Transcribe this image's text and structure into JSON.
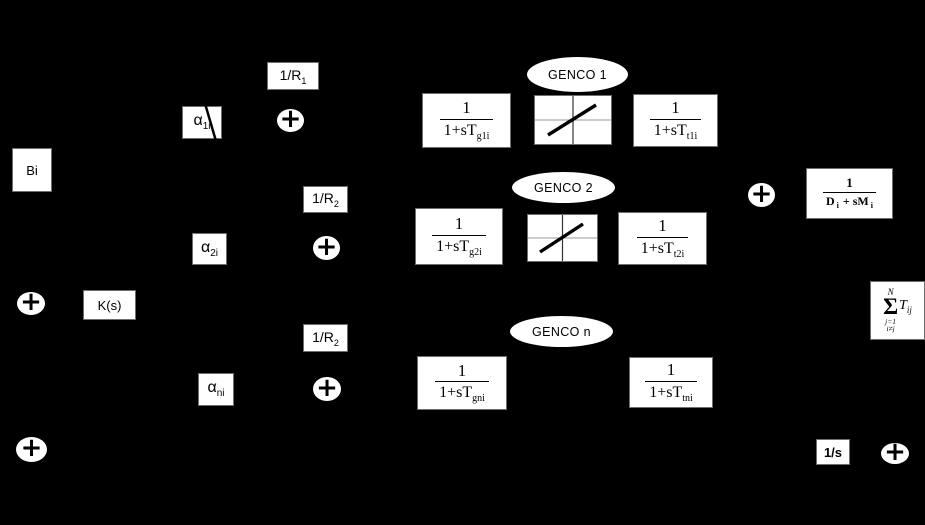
{
  "figure": {
    "background": "#000000",
    "box_fill": "#ffffff",
    "line_color": "#000000",
    "plus_symbol": "+",
    "bi_label": "Bi",
    "controller_label": "K(s)",
    "integrator_label": "1/s",
    "droop_boxes": [
      {
        "base": "1/R",
        "sub": "1"
      },
      {
        "base": "1/R",
        "sub": "2"
      },
      {
        "base": "1/R",
        "sub": "2"
      }
    ],
    "alpha_boxes": [
      {
        "base": "α",
        "sub": "1i"
      },
      {
        "base": "α",
        "sub": "2i"
      },
      {
        "base": "α",
        "sub": "ni"
      }
    ],
    "genco_labels": [
      "GENCO 1",
      "GENCO 2",
      "GENCO n"
    ],
    "governor_blocks": [
      {
        "num": "1",
        "den": "1+sT",
        "den_sub": "g1i"
      },
      {
        "num": "1",
        "den": "1+sT",
        "den_sub": "g2i"
      },
      {
        "num": "1",
        "den": "1+sT",
        "den_sub": "gni"
      }
    ],
    "turbine_blocks": [
      {
        "num": "1",
        "den": "1+sT",
        "den_sub": "t1i"
      },
      {
        "num": "1",
        "den": "1+sT",
        "den_sub": "t2i"
      },
      {
        "num": "1",
        "den": "1+sT",
        "den_sub": "tni"
      }
    ],
    "power_system_block": {
      "num": "1",
      "den_part1": "D",
      "den_sub1": "i",
      "den_part2": "+ sM",
      "den_sub2": "i"
    },
    "tie_line_block": {
      "sigma": "Σ",
      "upper_limit": "N",
      "lower_limit_line1": "j=1",
      "lower_limit_line2": "i≠j",
      "term": "T",
      "term_sub": "ij"
    }
  }
}
